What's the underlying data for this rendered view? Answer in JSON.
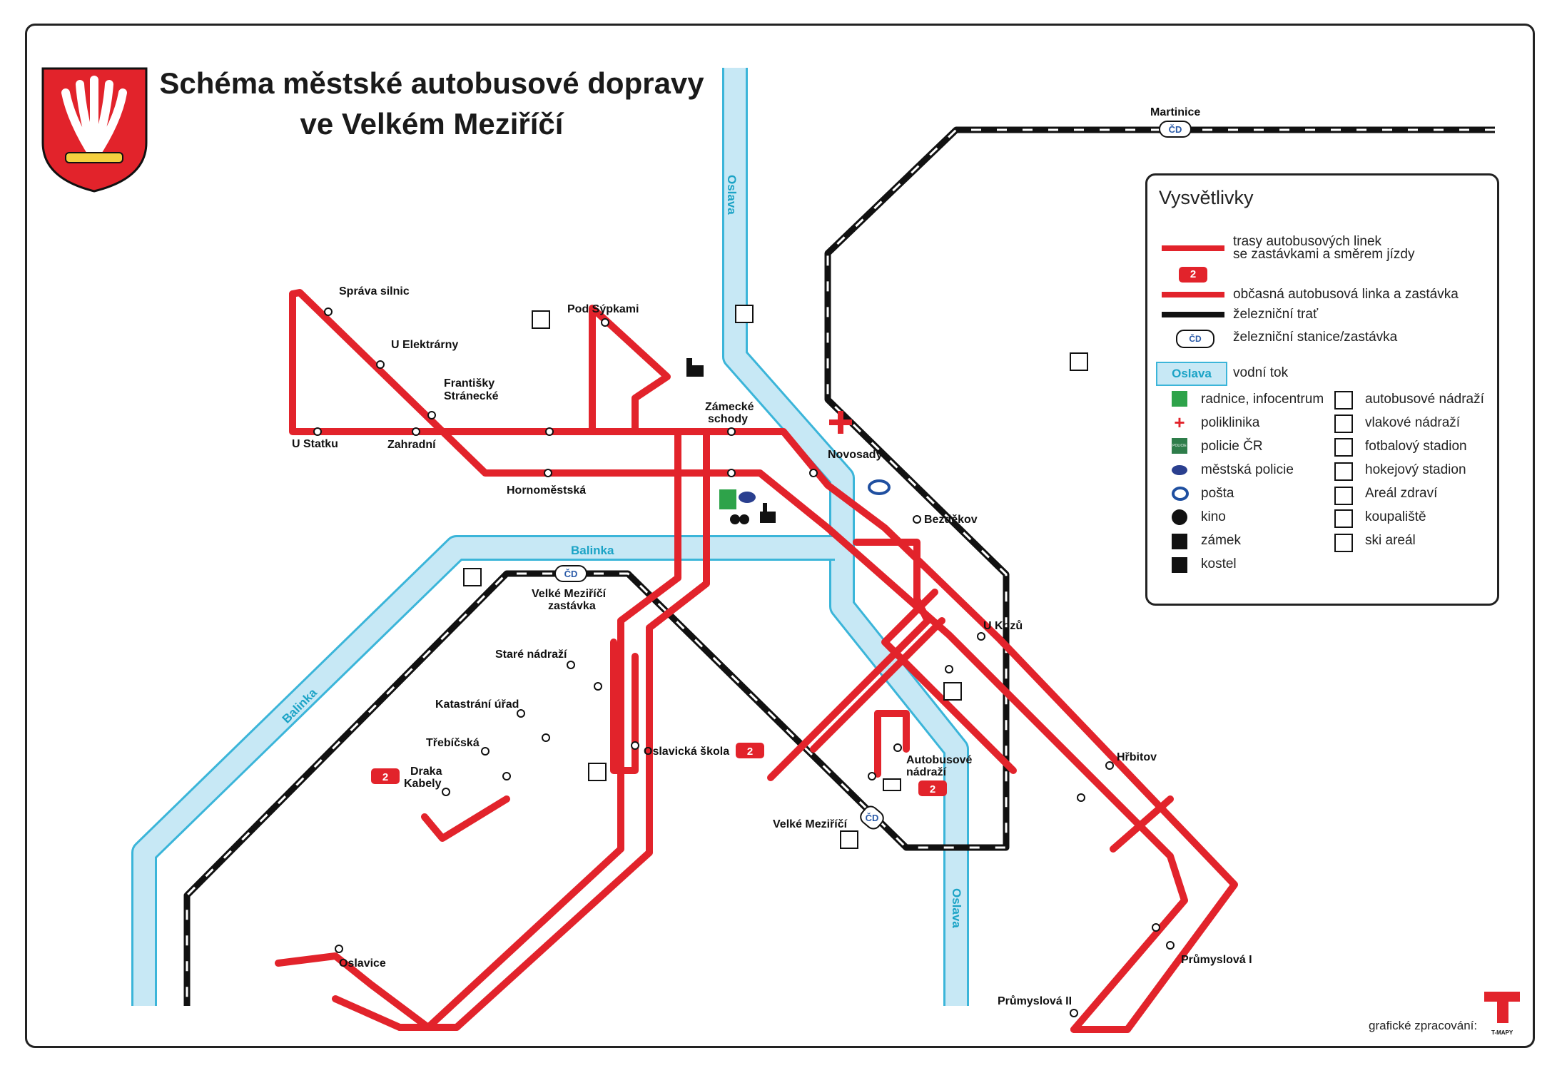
{
  "header": {
    "title_line1": "Schéma městské autobusové dopravy",
    "title_line2": "ve Velkém Meziříčí"
  },
  "colors": {
    "bus_line": "#e2232b",
    "river": "#c7e8f5",
    "river_edge": "#3bb5d9",
    "rail": "#111111",
    "frame": "#222222"
  },
  "rivers": {
    "oslava": "Oslava",
    "balinka": "Balinka"
  },
  "stops": {
    "sprava_silnic": "Správa silnic",
    "u_elektrarny": "U Elektrárny",
    "frantisky_line1": "Františky",
    "frantisky_line2": "Stránecké",
    "u_statku": "U Statku",
    "zahradni": "Zahradní",
    "pod_sypkami": "Pod Sýpkami",
    "zamecke_line1": "Zámecké",
    "zamecke_line2": "schody",
    "hornomestska": "Hornoměstská",
    "novosady": "Novosady",
    "bezdekov": "Bezděkov",
    "u_kozu": "U Kozů",
    "martinice": "Martinice",
    "vm_zastavka_line1": "Velké Meziříčí",
    "vm_zastavka_line2": "zastávka",
    "stare_nadrazi": "Staré nádraží",
    "katastralni": "Katastrání úřad",
    "trebicska": "Třebíčská",
    "draka_line1": "Draka",
    "draka_line2": "Kabely",
    "oslavicka": "Oslavická škola",
    "oslavice": "Oslavice",
    "autobusove_line1": "Autobusové",
    "autobusove_line2": "nádraží",
    "velke_mezirici": "Velké Meziříčí",
    "hrbitov": "Hřbitov",
    "prumyslova1": "Průmyslová I",
    "prumyslova2": "Průmyslová II"
  },
  "line_badge": "2",
  "legend": {
    "title": "Vysvětlivky",
    "bus_routes_line1": "trasy autobusových linek",
    "bus_routes_line2": "se zastávkami a směrem jízdy",
    "occasional": "občasná autobusová linka a zastávka",
    "railway": "železniční trať",
    "station": "železniční stanice/zastávka",
    "river_sample": "Oslava",
    "river": "vodní tok",
    "cd_logo": "ČD",
    "police_badge": "POLICIE",
    "poi_left": [
      "radnice, infocentrum",
      "poliklinika",
      "policie ČR",
      "městská policie",
      "pošta",
      "kino",
      "zámek",
      "kostel"
    ],
    "poi_right": [
      "autobusové nádraží",
      "vlakové nádraží",
      "fotbalový stadion",
      "hokejový stadion",
      "Areál zdraví",
      "koupaliště",
      "ski areál"
    ]
  },
  "credit": "grafické zpracování:",
  "credit_logo": "T-MAPY"
}
